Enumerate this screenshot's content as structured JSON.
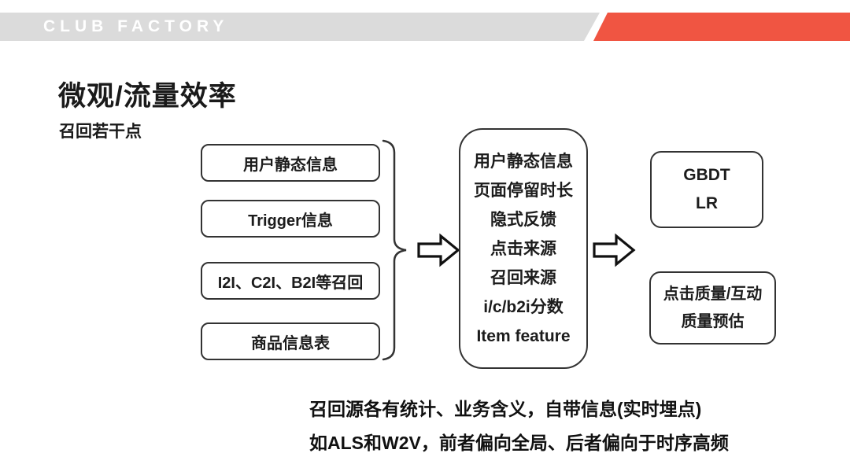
{
  "header": {
    "brand": "CLUB FACTORY",
    "accent_color": "#F05542",
    "band_color": "#DBDBDB"
  },
  "title": "微观/流量效率",
  "subtitle": "召回若干点",
  "recall_sources": [
    "用户静态信息",
    "Trigger信息",
    "I2I、C2I、B2I等召回",
    "商品信息表"
  ],
  "features": [
    "用户静态信息",
    "页面停留时长",
    "隐式反馈",
    "点击来源",
    "召回来源",
    "i/c/b2i分数",
    "Item feature"
  ],
  "models": [
    "GBDT",
    "LR"
  ],
  "outputs": [
    "点击质量/互动",
    "质量预估"
  ],
  "notes": [
    "召回源各有统计、业务含义，自带信息(实时埋点)",
    "如ALS和W2V，前者偏向全局、后者偏向于时序高频"
  ],
  "icons": {
    "brace": "right-curly-brace",
    "arrow": "right-block-arrow"
  },
  "colors": {
    "text": "#1C1C1C",
    "box_border": "#333333",
    "background": "#FFFFFF"
  }
}
